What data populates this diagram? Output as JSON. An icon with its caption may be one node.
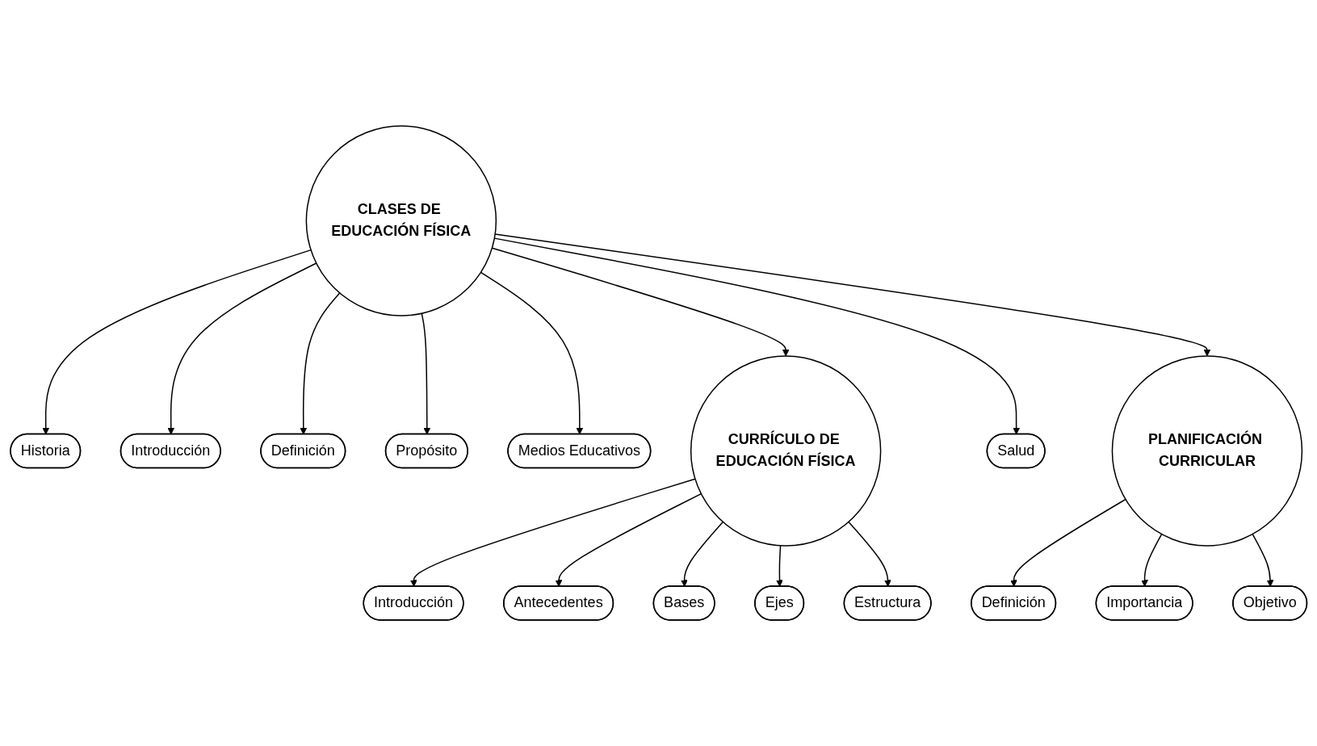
{
  "diagram": {
    "nodes": [
      {
        "text": [
          "Historia"
        ]
      },
      {
        "text": [
          "Introducción"
        ]
      },
      {
        "text": [
          "Definición"
        ]
      },
      {
        "text": [
          "Propósito"
        ]
      },
      {
        "text": [
          "Medios Educativos"
        ]
      },
      {
        "text": [
          "CLASES DE EDUCACIÓN FÍSICA"
        ]
      },
      {
        "text": [
          "CURRÍCULO DE EDUCACIÓN FÍSICA"
        ]
      },
      {
        "text": [
          "Salud"
        ]
      },
      {
        "text": [
          "Definición"
        ]
      },
      {
        "text": [
          "PLANIFICACIÓN CURRICULAR"
        ]
      },
      {
        "text": [
          "Introducción"
        ]
      },
      {
        "text": [
          "Antecedentes"
        ]
      },
      {
        "text": [
          "Importancia"
        ]
      },
      {
        "text": [
          "Estructura"
        ]
      },
      {
        "text": [
          "Bases"
        ]
      },
      {
        "text": [
          "Objetivo"
        ]
      },
      {
        "text": [
          "Ejes"
        ]
      }
    ],
    "edges": [
      {
        "from": 5,
        "to": 0,
        "arrow": "to"
      },
      {
        "from": 5,
        "to": 1,
        "arrow": "to"
      },
      {
        "from": 5,
        "to": 2,
        "arrow": "to"
      },
      {
        "from": 5,
        "to": 3,
        "arrow": "to"
      },
      {
        "from": 5,
        "to": 4,
        "arrow": "to"
      },
      {
        "from": 5,
        "to": 7,
        "arrow": "to"
      },
      {
        "from": 5,
        "to": 6,
        "arrow": "to"
      },
      {
        "from": 5,
        "to": 9,
        "arrow": "to"
      },
      {
        "from": 6,
        "to": 10,
        "arrow": "to"
      },
      {
        "from": 6,
        "to": 11,
        "arrow": "to"
      },
      {
        "from": 6,
        "to": 14,
        "arrow": "to"
      },
      {
        "from": 6,
        "to": 16,
        "arrow": "to"
      },
      {
        "from": 6,
        "to": 13,
        "arrow": "to"
      },
      {
        "from": 9,
        "to": 8,
        "arrow": "to"
      },
      {
        "from": 9,
        "to": 12,
        "arrow": "to"
      },
      {
        "from": 9,
        "to": 15,
        "arrow": "to"
      }
    ]
  }
}
